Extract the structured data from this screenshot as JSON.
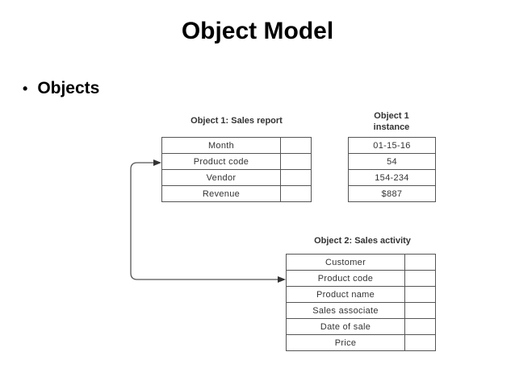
{
  "slide": {
    "title": "Object Model",
    "bullet": "Objects"
  },
  "object1": {
    "title": "Object 1: Sales report",
    "fields": [
      "Month",
      "Product code",
      "Vendor",
      "Revenue"
    ]
  },
  "instance1": {
    "title_line1": "Object 1",
    "title_line2": "instance",
    "values": [
      "01-15-16",
      "54",
      "154-234",
      "$887"
    ]
  },
  "object2": {
    "title": "Object 2: Sales activity",
    "fields": [
      "Customer",
      "Product code",
      "Product name",
      "Sales associate",
      "Date of sale",
      "Price"
    ]
  },
  "colors": {
    "line": "#555555",
    "text": "#333333"
  }
}
